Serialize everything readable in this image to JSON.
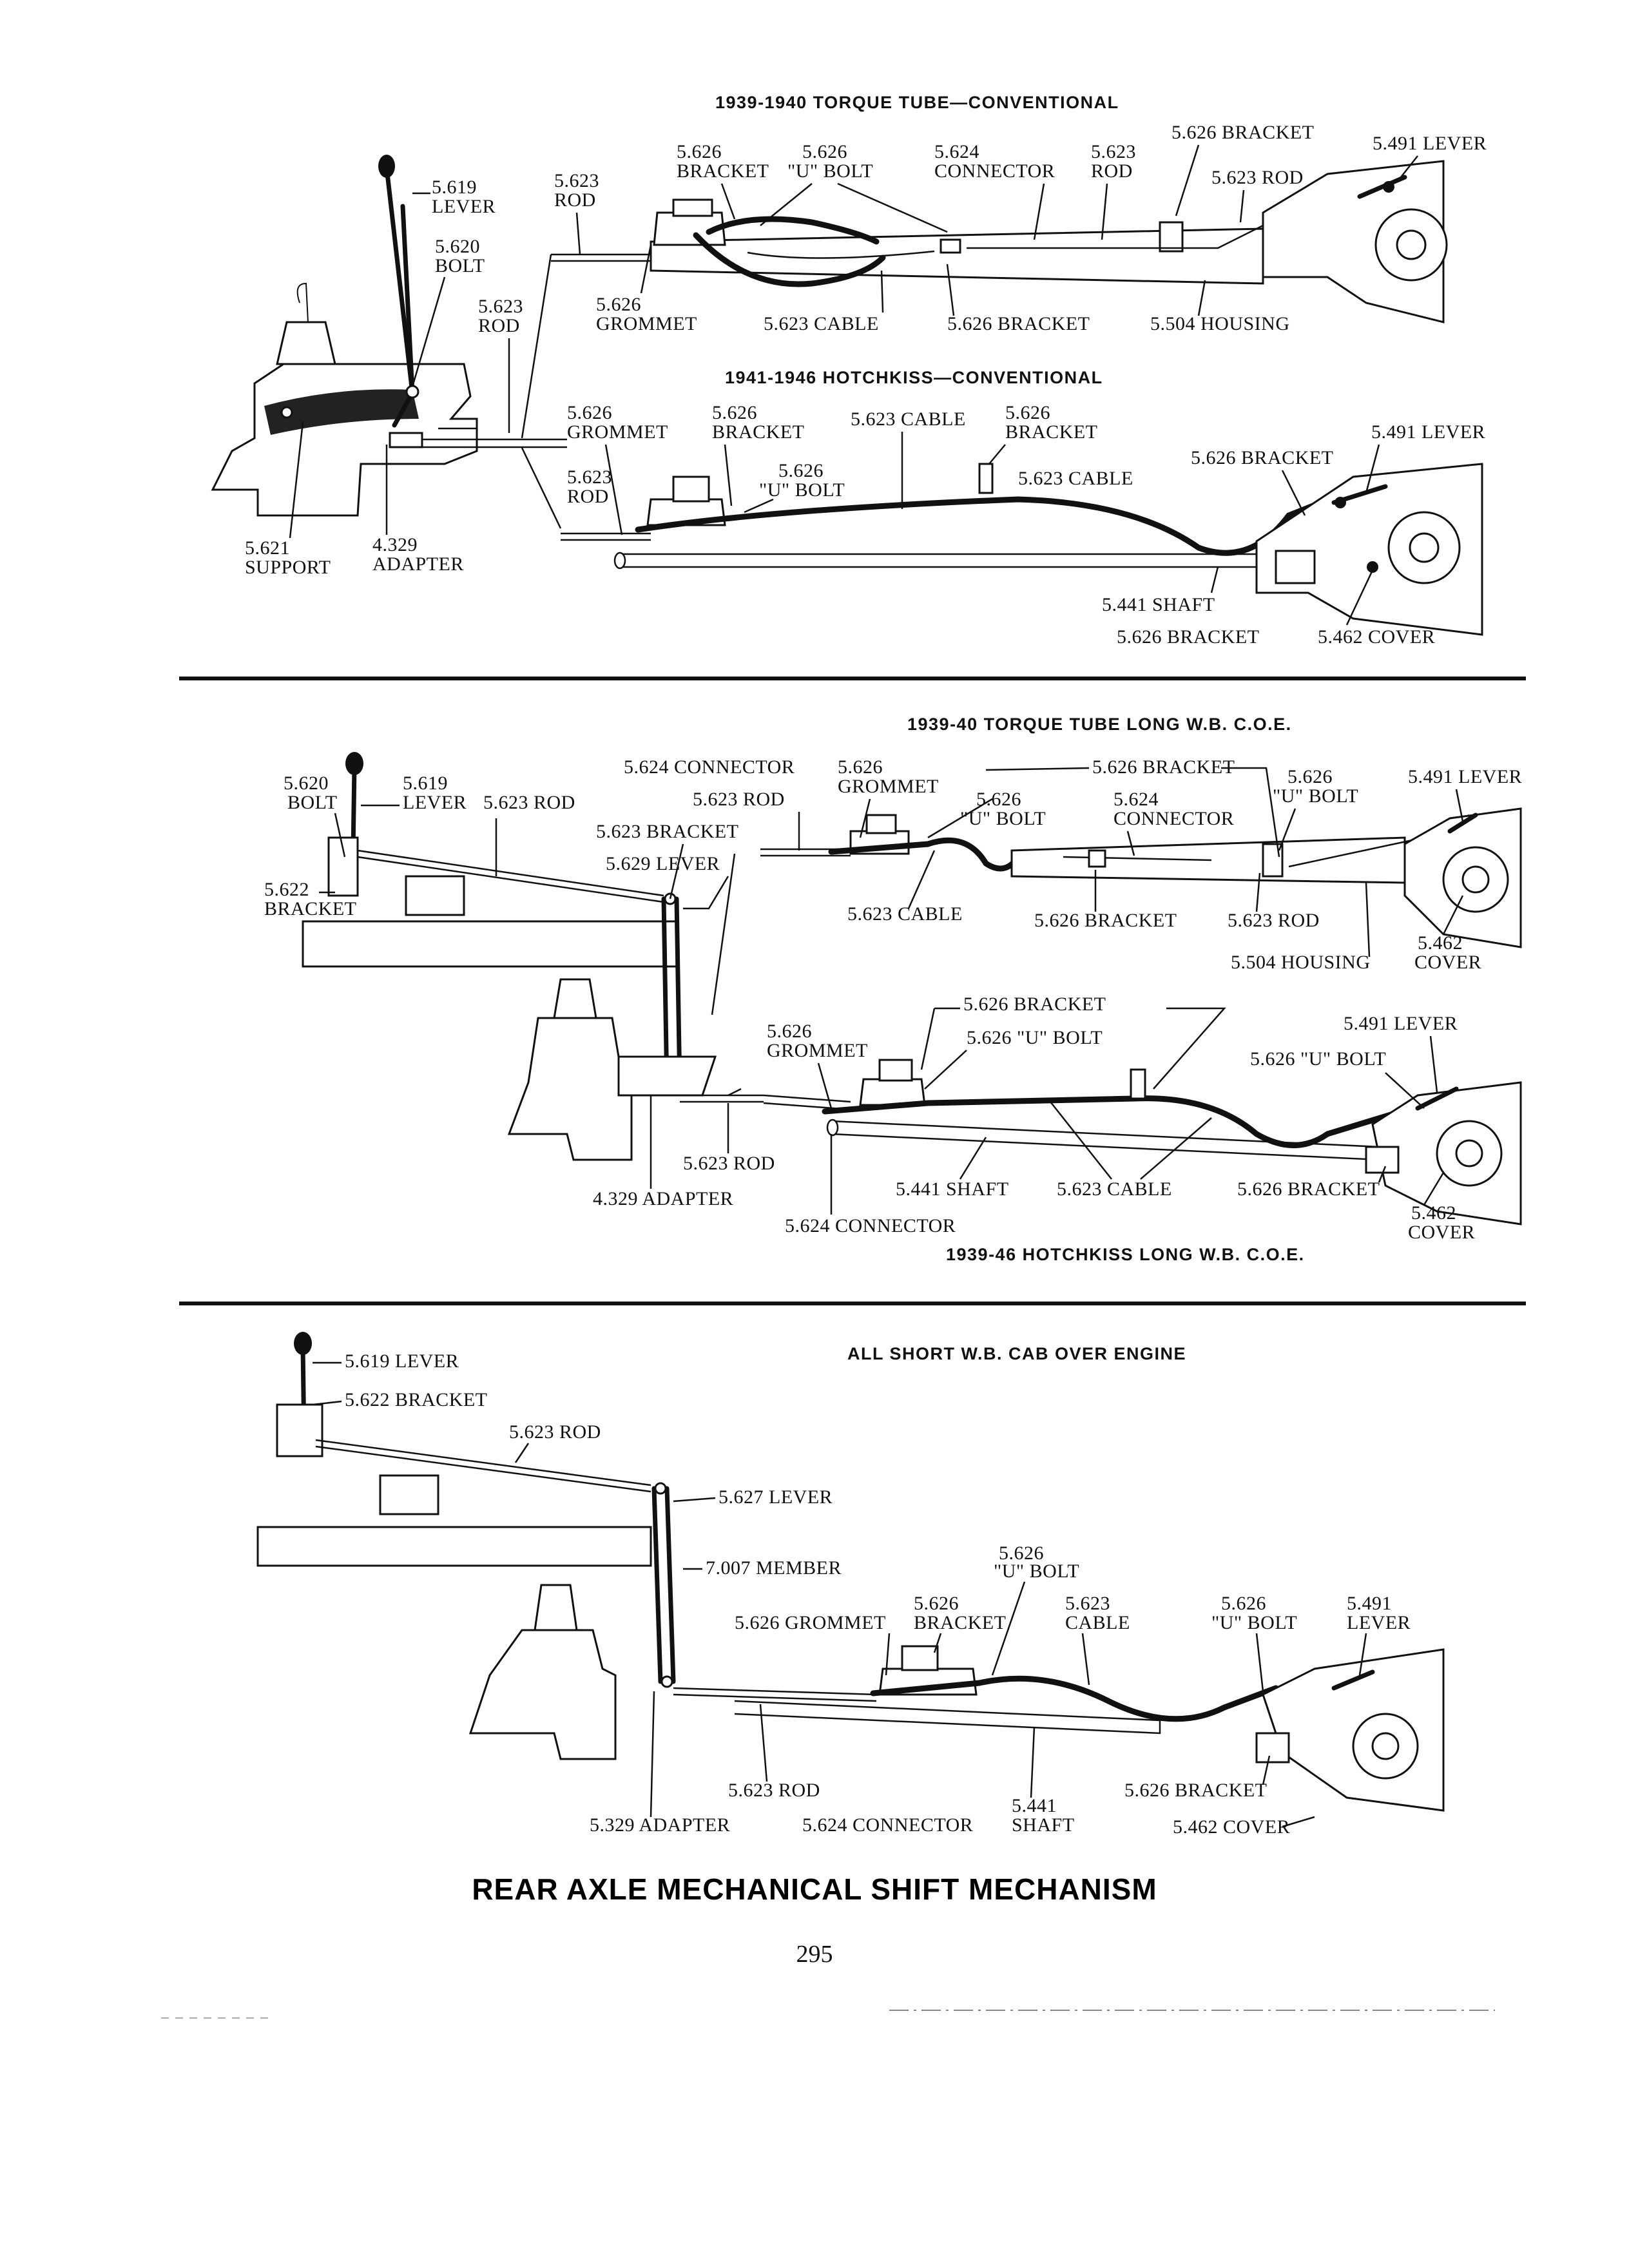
{
  "title": "REAR AXLE MECHANICAL SHIFT MECHANISM",
  "page_number": "295",
  "sections": [
    {
      "title": "1939-1940 TORQUE TUBE—CONVENTIONAL"
    },
    {
      "title": "1941-1946 HOTCHKISS—CONVENTIONAL"
    },
    {
      "title": "1939-40 TORQUE TUBE LONG W.B. C.O.E."
    },
    {
      "title": "1939-46 HOTCHKISS LONG W.B. C.O.E."
    },
    {
      "title": "ALL SHORT W.B. CAB OVER ENGINE"
    }
  ],
  "labels": {
    "n5619": "5.619",
    "lever": "LEVER",
    "n5620": "5.620",
    "bolt": "BOLT",
    "n5623": "5.623",
    "rod": "ROD",
    "n5621": "5.621",
    "support": "SUPPORT",
    "n4329": "4.329",
    "adapter": "ADAPTER",
    "s1_5626_bracket": "5.626 BRACKET",
    "n5626": "5.626",
    "bracket": "BRACKET",
    "ubolt": "\"U\" BOLT",
    "n5624": "5.624",
    "connector": "CONNECTOR",
    "s1_5623_rod": "5.623 ROD",
    "s1_5491_lever": "5.491 LEVER",
    "grommet": "GROMMET",
    "s1_5623_cable": "5.623 CABLE",
    "s1_5626_bracket_b": "5.626 BRACKET",
    "s1_5504_housing": "5.504 HOUSING",
    "s2_5623_cable": "5.623 CABLE",
    "s2_5623_cable_b": "5.623 CABLE",
    "s2_5491_lever": "5.491 LEVER",
    "s2_5626_bracket": "5.626 BRACKET",
    "s2_5441_shaft": "5.441 SHAFT",
    "s2_5626_bracket_b": "5.626 BRACKET",
    "s2_5462_cover": "5.462 COVER",
    "s3_5620": "5.620",
    "s3_bolt": "BOLT",
    "s3_5619": "5.619",
    "s3_lever": "LEVER",
    "s3_5623_rod": "5.623 ROD",
    "s3_5624_connector": "5.624 CONNECTOR",
    "s3_5623_rod_b": "5.623 ROD",
    "s3_5623_bracket": "5.623 BRACKET",
    "s3_5629_lever": "5.629 LEVER",
    "s3_5622": "5.622",
    "s3_bracket": "BRACKET",
    "s3_5626_bracket_top": "5.626 BRACKET",
    "s3_5624": "5.624",
    "s3_5491_lever": "5.491 LEVER",
    "s3_5623_cable": "5.623 CABLE",
    "s3_5626_bracket": "5.626 BRACKET",
    "s3_5623_rod_c": "5.623 ROD",
    "s3_5504_housing": "5.504 HOUSING",
    "s3_5462": "5.462",
    "cover": "COVER",
    "s4_5626_bracket_top": "5.626 BRACKET",
    "s4_5626_ubolt": "5.626 \"U\" BOLT",
    "s4_5491_lever": "5.491 LEVER",
    "s4_5626_ubolt_b": "5.626 \"U\" BOLT",
    "s4_5623_rod": "5.623 ROD",
    "s4_4329_adapter": "4.329 ADAPTER",
    "s4_5441_shaft": "5.441 SHAFT",
    "s4_5623_cable": "5.623 CABLE",
    "s4_5626_bracket": "5.626 BRACKET",
    "s4_5624_connector": "5.624 CONNECTOR",
    "s4_5462": "5.462",
    "s5_5619_lever": "5.619 LEVER",
    "s5_5622_bracket": "5.622 BRACKET",
    "s5_5623_rod": "5.623 ROD",
    "s5_5627_lever": "5.627 LEVER",
    "s5_7007_member": "7.007 MEMBER",
    "s5_5626_grommet": "5.626 GROMMET",
    "s5_5623": "5.623",
    "s5_cable": "CABLE",
    "s5_5491": "5.491",
    "s5_lever": "LEVER",
    "s5_5623_rod_b": "5.623 ROD",
    "s5_5329_adapter": "5.329 ADAPTER",
    "s5_5624_connector": "5.624 CONNECTOR",
    "s5_5441": "5.441",
    "s5_shaft": "SHAFT",
    "s5_5626_bracket": "5.626 BRACKET",
    "s5_5462_cover": "5.462 COVER"
  }
}
